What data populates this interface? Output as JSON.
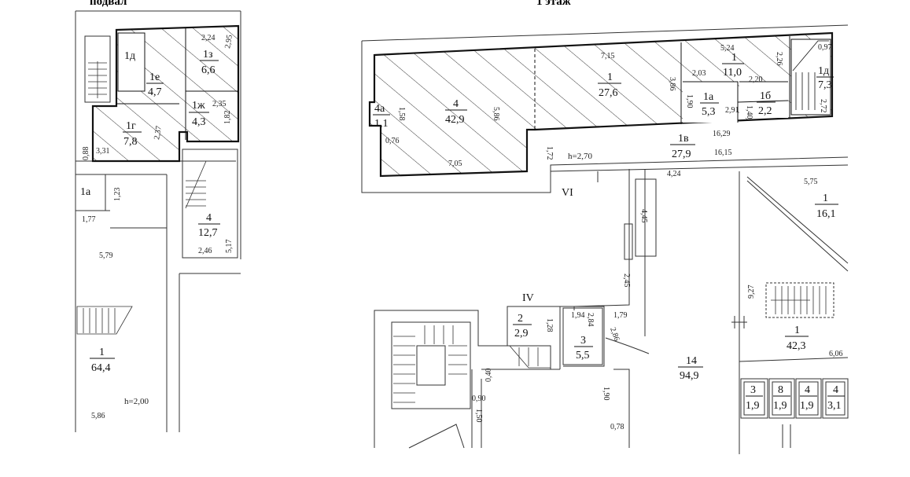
{
  "titles": {
    "basement": "подвал",
    "floor1": "1 этаж"
  },
  "rooms": {
    "b_1d": {
      "num": "1д",
      "area": ""
    },
    "b_1e": {
      "num": "1е",
      "area": "4,7"
    },
    "b_1z": {
      "num": "1з",
      "area": "6,6"
    },
    "b_1zh": {
      "num": "1ж",
      "area": "4,3"
    },
    "b_1g": {
      "num": "1г",
      "area": "7,8"
    },
    "b_1a": {
      "num": "1а",
      "area": ""
    },
    "b_4": {
      "num": "4",
      "area": "12,7"
    },
    "b_1": {
      "num": "1",
      "area": "64,4"
    },
    "f_4a": {
      "num": "4а",
      "area": "1,1"
    },
    "f_4": {
      "num": "4",
      "area": "42,9"
    },
    "f_1_276": {
      "num": "1",
      "area": "27,6"
    },
    "f_1_110": {
      "num": "1",
      "area": "11,0"
    },
    "f_1a": {
      "num": "1а",
      "area": "5,3"
    },
    "f_1b": {
      "num": "1б",
      "area": "2,2"
    },
    "f_1d": {
      "num": "1д",
      "area": "7,3"
    },
    "f_1v": {
      "num": "1в",
      "area": "27,9"
    },
    "f_1_161": {
      "num": "1",
      "area": "16,1"
    },
    "f_2": {
      "num": "2",
      "area": "2,9"
    },
    "f_3": {
      "num": "3",
      "area": "5,5"
    },
    "f_14": {
      "num": "14",
      "area": "94,9"
    },
    "f_1_423": {
      "num": "1",
      "area": "42,3"
    },
    "f_3s": {
      "num": "3",
      "area": "1,9"
    },
    "f_8": {
      "num": "8",
      "area": "1,9"
    },
    "f_4s": {
      "num": "4",
      "area": "1,9"
    },
    "f_4b": {
      "num": "4",
      "area": "3,1"
    }
  },
  "heights": {
    "basement": "h=2,00",
    "floor1": "h=2,70"
  },
  "axes": {
    "vi": "VI",
    "iv": "IV"
  },
  "dims": {
    "d224": "2,24",
    "d295": "2,95",
    "d235": "2,35",
    "d182": "1,82",
    "d237": "2,37",
    "d331": "3,31",
    "d088": "0,88",
    "d123": "1,23",
    "d177": "1,77",
    "d579": "5,79",
    "d246": "2,46",
    "d517": "5,17",
    "d586b": "5,86",
    "d715": "7,15",
    "d524": "5,24",
    "d386": "3,86",
    "d203": "2,03",
    "d190": "1,90",
    "d220": "2,20",
    "d291": "2,91",
    "d140": "1,40",
    "d226": "2,26",
    "d097": "0,97",
    "d272": "2,72",
    "d158": "1,58",
    "d586": "5,86",
    "d076": "0,76",
    "d705": "7,05",
    "d1629": "16,29",
    "d1615": "16,15",
    "d172": "1,72",
    "d424": "4,24",
    "d575": "5,75",
    "d445": "4,45",
    "d245": "2,45",
    "d128": "1,28",
    "d194": "1,94",
    "d284": "2,84",
    "d179": "1,79",
    "d286": "2,86",
    "d040": "0,40",
    "d090": "0,90",
    "d150": "1,50",
    "d190b": "1,90",
    "d078": "0,78",
    "d927": "9,27",
    "d606": "6,06"
  }
}
